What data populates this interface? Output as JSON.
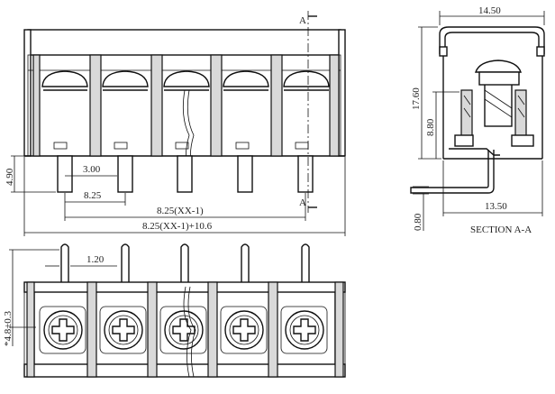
{
  "front_view": {
    "section_marker_top": "A",
    "section_marker_bottom": "A",
    "dims": {
      "pin_length": "4.90",
      "pin_spacing": "3.00",
      "first_pitch": "8.25",
      "pitch_total": "8.25(XX-1)",
      "overall_total": "8.25(XX-1)+10.6"
    }
  },
  "side_view": {
    "dims": {
      "width_top": "14.50",
      "height_total": "17.60",
      "height_mid": "8.80",
      "width_bottom": "13.50",
      "tail_thickness": "0.80"
    },
    "caption": "SECTION A-A"
  },
  "top_view": {
    "dims": {
      "pin_width": "1.20",
      "pin_offset": "*4.8±0.3"
    }
  }
}
